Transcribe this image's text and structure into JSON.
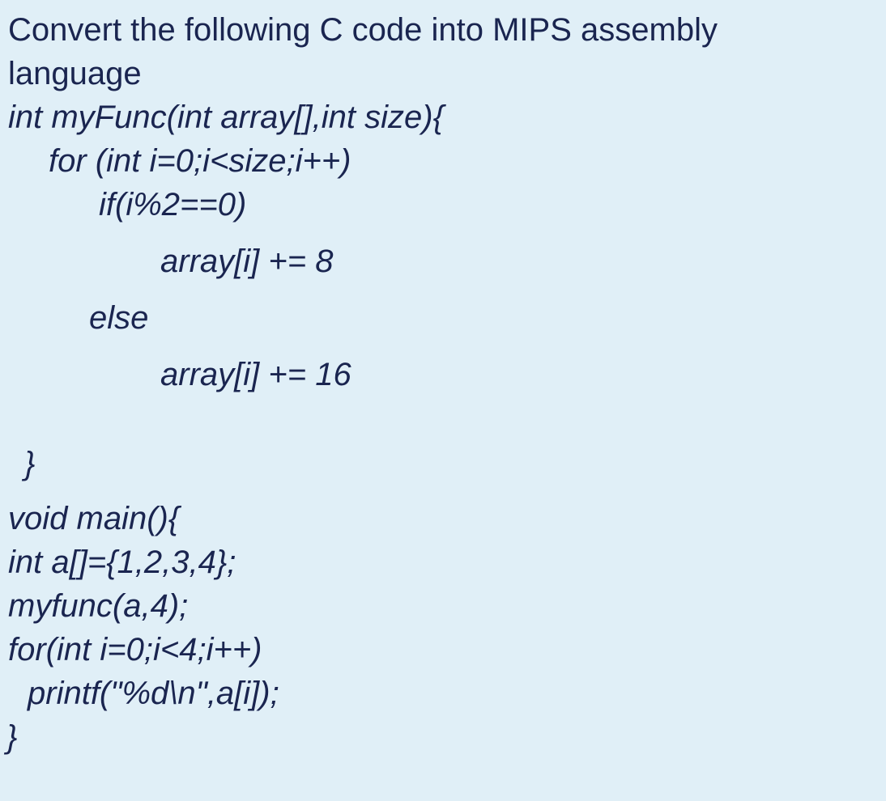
{
  "question": {
    "line1": "Convert the following C code into MIPS assembly",
    "line2": "language"
  },
  "code_lines": [
    "int myFunc(int array[],int size){",
    "for (int i=0;i<size;i++)",
    "if(i%2==0)",
    "array[i] += 8",
    "else",
    "array[i] += 16",
    "}",
    "void main(){",
    "int a[]={1,2,3,4};",
    "myfunc(a,4);",
    "for(int i=0;i<4;i++)",
    "printf(\"%d\\n\",a[i]);",
    "}"
  ]
}
